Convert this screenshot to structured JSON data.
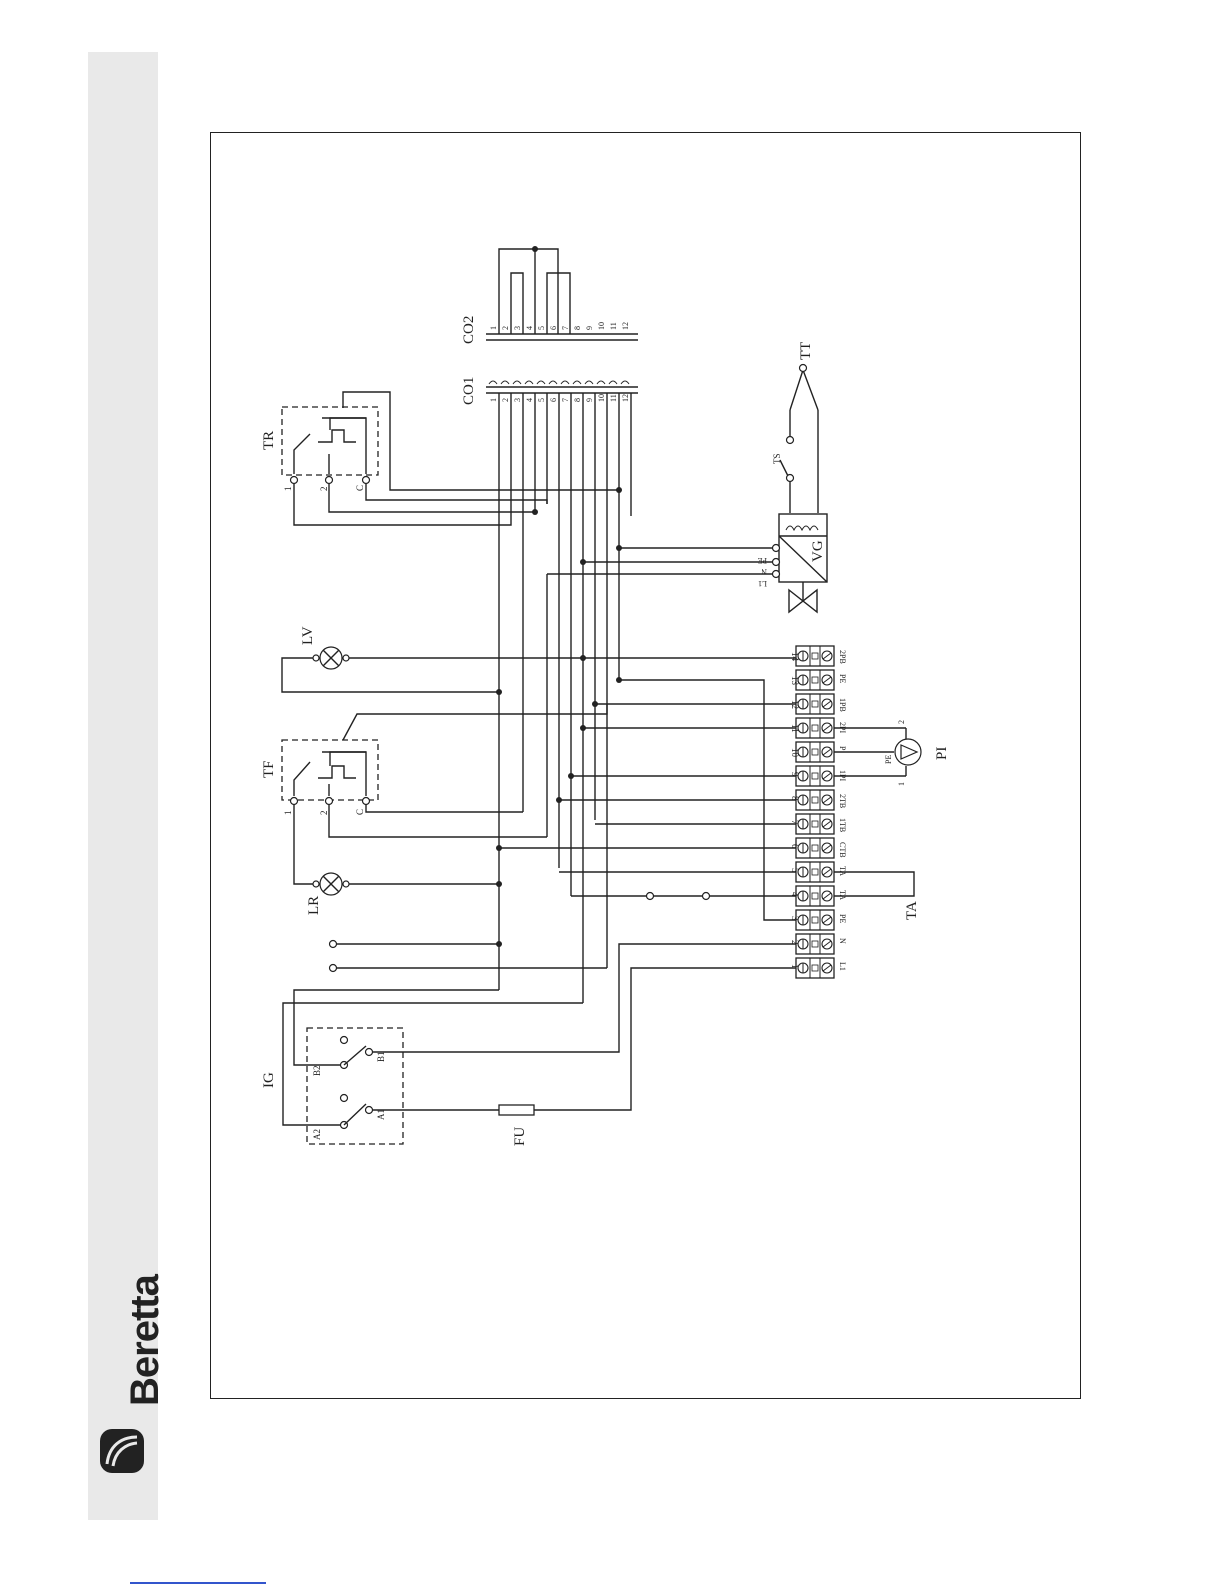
{
  "brand": {
    "name": "Beretta"
  },
  "components": {
    "TR": "TR",
    "TF": "TF",
    "LV": "LV",
    "LR": "LR",
    "IG": "IG",
    "FU": "FU",
    "CO1": "CO1",
    "CO2": "CO2",
    "TT": "TT",
    "TS": "TS",
    "VG": "VG",
    "PI": "PI",
    "TA": "TA"
  },
  "switch_terminals": {
    "t1": "1",
    "t2": "2",
    "tc": "C",
    "a1": "A1",
    "a2": "A2",
    "b1": "B1",
    "b2": "B2"
  },
  "co_pins": [
    "1",
    "2",
    "3",
    "4",
    "5",
    "6",
    "7",
    "8",
    "9",
    "10",
    "11",
    "12"
  ],
  "vg_pins": [
    "PE",
    "N",
    "L1"
  ],
  "pump_pins": {
    "p1": "1",
    "p2": "2",
    "pe": "PE"
  },
  "terminal_block": [
    {
      "num": "1",
      "code": "L1"
    },
    {
      "num": "2",
      "code": "N"
    },
    {
      "num": "3",
      "code": "PE"
    },
    {
      "num": "4",
      "code": "TA"
    },
    {
      "num": "5",
      "code": "TA"
    },
    {
      "num": "6",
      "code": "CTB"
    },
    {
      "num": "7",
      "code": "1TB"
    },
    {
      "num": "8",
      "code": "2TB"
    },
    {
      "num": "9",
      "code": "1PI"
    },
    {
      "num": "10",
      "code": "P"
    },
    {
      "num": "11",
      "code": "2PI"
    },
    {
      "num": "12",
      "code": "1PB"
    },
    {
      "num": "13",
      "code": "PE"
    },
    {
      "num": "14",
      "code": "2PB"
    }
  ]
}
